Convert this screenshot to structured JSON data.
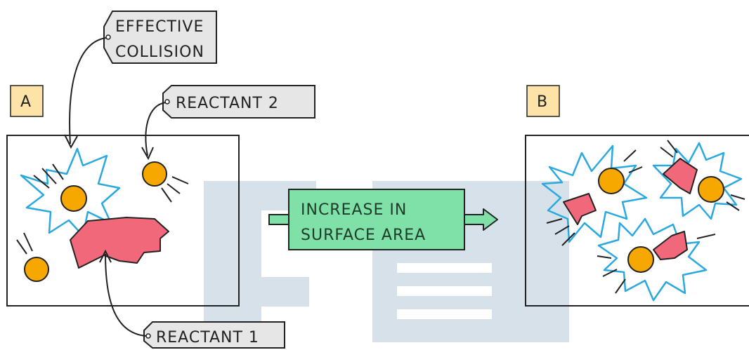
{
  "labels": {
    "effective_collision_line1": "EFFECTIVE",
    "effective_collision_line2": "COLLISION",
    "reactant_2": "REACTANT 2",
    "reactant_1": "REACTANT 1"
  },
  "panels": {
    "a_label": "A",
    "b_label": "B"
  },
  "arrow": {
    "line1": "INCREASE IN",
    "line2": "SURFACE  AREA"
  },
  "colors": {
    "sphere": "#f7a800",
    "solid": "#f0687a",
    "burst": "#2aa9e0",
    "arrow_fill": "#7fe0a8",
    "tag_fill": "#e6e6e6",
    "panel_label_fill": "#fde3a7",
    "watermark": "#c9d7e3"
  }
}
